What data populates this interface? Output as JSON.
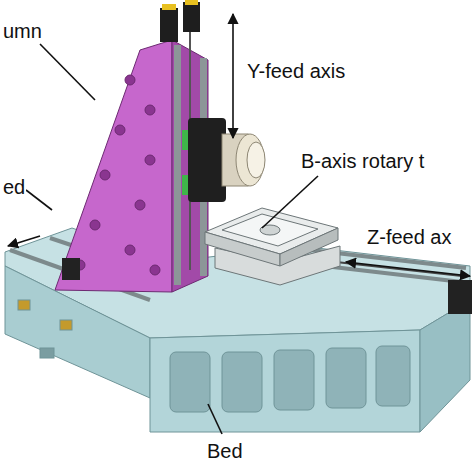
{
  "diagram": {
    "labels": [
      "umn",
      "Y-feed axis",
      "B-axis rotary t",
      "ed",
      "Z-feed ax",
      "Bed"
    ]
  }
}
